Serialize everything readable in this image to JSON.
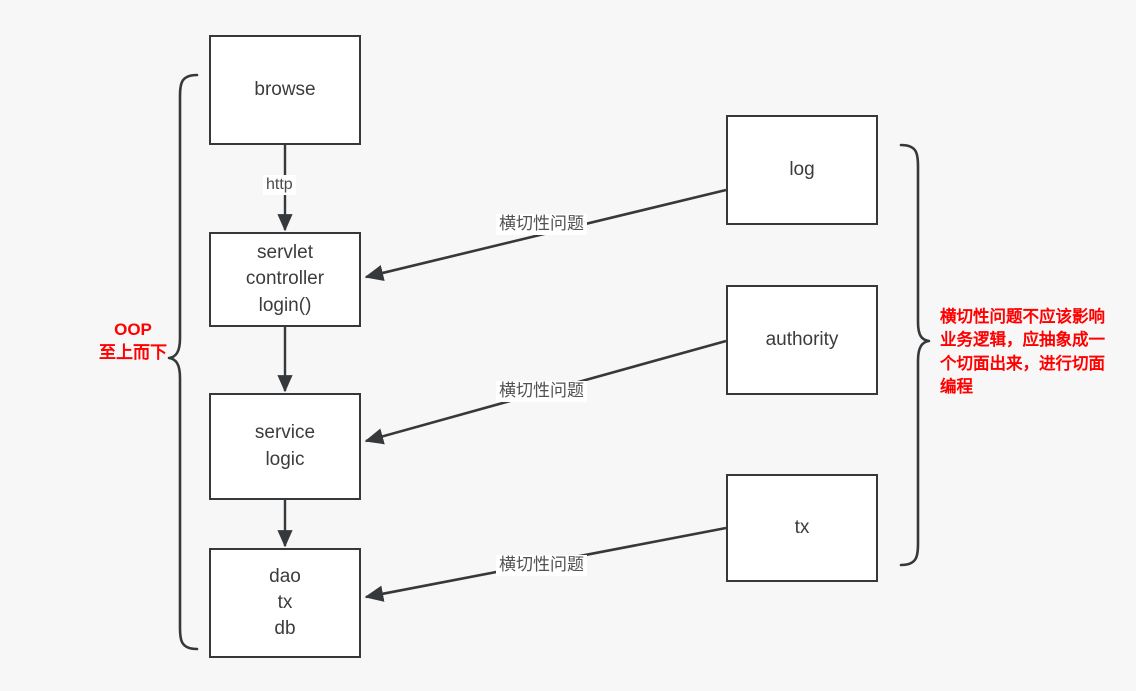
{
  "diagram": {
    "title": "OOP layered architecture vs cross-cutting concerns (AOP)",
    "background_color": "#f7f7f7",
    "stroke_color": "#36393b",
    "text_color": "#3c3c3c",
    "accent_color": "#ff0000"
  },
  "nodes": {
    "browse": {
      "label": "browse"
    },
    "servlet": {
      "label": "servlet\ncontroller\nlogin()"
    },
    "service": {
      "label": "service\nlogic"
    },
    "dao": {
      "label": "dao\ntx\ndb"
    },
    "log": {
      "label": "log"
    },
    "authority": {
      "label": "authority"
    },
    "tx": {
      "label": "tx"
    }
  },
  "edges": {
    "browse_to_servlet": {
      "label": "http"
    },
    "log_to_servlet": {
      "label": "横切性问题"
    },
    "authority_to_service": {
      "label": "横切性问题"
    },
    "tx_to_dao": {
      "label": "横切性问题"
    }
  },
  "annotations": {
    "left_brace_note": "OOP\n至上而下",
    "right_brace_note": "横切性问题不应该影响业务逻辑，应抽象成一个切面出来，进行切面编程"
  }
}
